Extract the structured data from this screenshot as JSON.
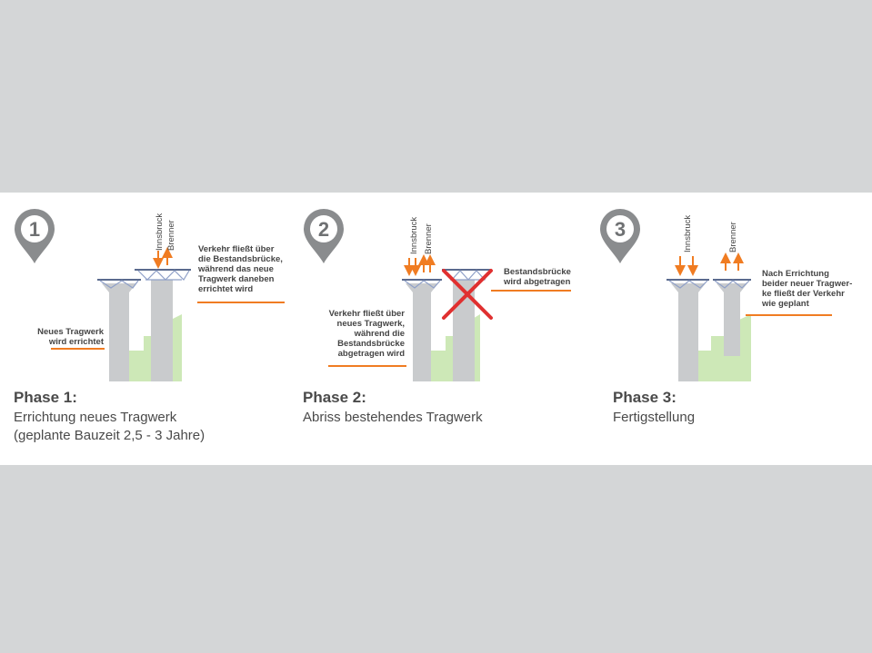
{
  "phases": [
    {
      "number": "1",
      "title": "Phase 1:",
      "subtitle_line1": "Errichtung neues Tragwerk",
      "subtitle_line2": "(geplante Bauzeit 2,5 - 3 Jahre)",
      "note_top": [
        "Verkehr fließt über",
        "die Bestandsbrücke,",
        "während das neue",
        "Tragwerk daneben",
        "errichtet wird"
      ],
      "note_left": [
        "Neues Tragwerk",
        "wird errichtet"
      ],
      "dir_left": "Innsbruck",
      "dir_right": "Brenner"
    },
    {
      "number": "2",
      "title": "Phase 2:",
      "subtitle_line1": "Abriss bestehendes Tragwerk",
      "note_top": [
        "Bestandsbrücke",
        "wird abgetragen"
      ],
      "note_left": [
        "Verkehr fließt über",
        "neues Tragwerk,",
        "während die",
        "Bestandsbrücke",
        "abgetragen wird"
      ],
      "dir_left": "Innsbruck",
      "dir_right": "Brenner"
    },
    {
      "number": "3",
      "title": "Phase 3:",
      "subtitle_line1": "Fertigstellung",
      "note_top": [
        "Nach Errichtung",
        "beider neuer Tragwer-",
        "ke fließt der Verkehr",
        "wie geplant"
      ],
      "dir_left": "Innsbruck",
      "dir_right": "Brenner"
    }
  ],
  "colors": {
    "pin": "#8a8c8e",
    "pier": "#c9cbcd",
    "ground": "#cde8b7",
    "arrow": "#f07c22",
    "deck": "#5a6a8e",
    "cross": "#e03030",
    "underline": "#f07c22"
  }
}
